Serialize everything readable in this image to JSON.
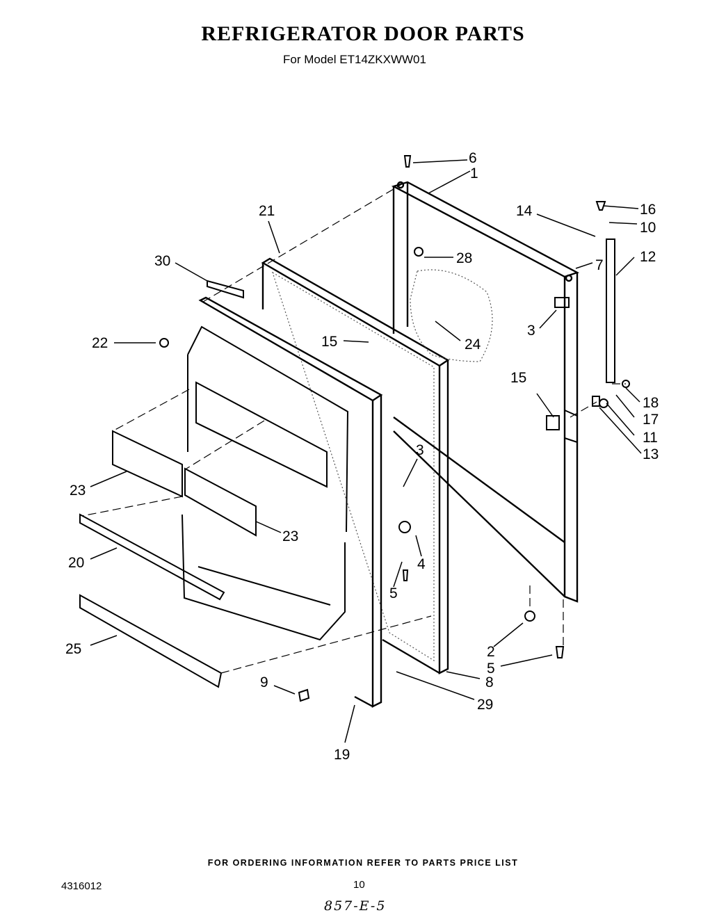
{
  "header": {
    "title": "REFRIGERATOR DOOR PARTS",
    "subtitle": "For Model ET14ZKXWW01"
  },
  "diagram": {
    "callouts": [
      "6",
      "1",
      "16",
      "10",
      "14",
      "28",
      "21",
      "7",
      "12",
      "30",
      "3",
      "24",
      "22",
      "15",
      "15",
      "18",
      "17",
      "11",
      "13",
      "3",
      "23",
      "23",
      "4",
      "20",
      "5",
      "2",
      "25",
      "5",
      "9",
      "8",
      "29",
      "19"
    ]
  },
  "footer": {
    "ordering_note": "FOR ORDERING INFORMATION REFER TO PARTS PRICE LIST",
    "document_number": "4316012",
    "page_number": "10",
    "handwritten_note": "857-E-5"
  }
}
